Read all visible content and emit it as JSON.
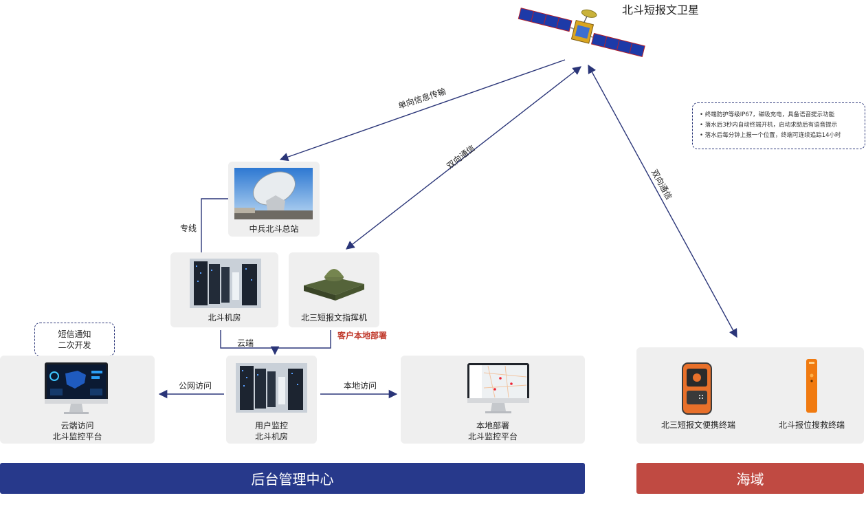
{
  "satellite": {
    "title": "北斗短报文卫星"
  },
  "notes": {
    "items": [
      "终端防护等级IP67，磁吸充电，具备语音提示功能",
      "落水后3秒内自动终端开机，启动求助后有语音提示",
      "落水后每分钟上报一个位置，终端可连续追踪14小时"
    ]
  },
  "links": {
    "one_way": "单向信息传输",
    "two_way_center": "双向通信",
    "two_way_sea": "双向通信",
    "dedicated_line": "专线",
    "cloud": "云端",
    "public_access": "公网访问",
    "local_access": "本地访问"
  },
  "nodes": {
    "ground_station": "中兵北斗总站",
    "beidou_room": "北斗机房",
    "commander": "北三短报文指挥机",
    "customer_deploy": "客户本地部署",
    "user_monitor_1": "用户监控",
    "user_monitor_2": "北斗机房",
    "cloud_platform_1": "云端访问",
    "cloud_platform_2": "北斗监控平台",
    "local_platform_1": "本地部署",
    "local_platform_2": "北斗监控平台",
    "sms_1": "短信通知",
    "sms_2": "二次开发",
    "portable_terminal": "北三短报文便携终端",
    "rescue_terminal": "北斗报位搜救终端"
  },
  "bands": {
    "center": "后台管理中心",
    "sea": "海域"
  },
  "colors": {
    "arrow": "#2a3578",
    "center_band": "#27398b",
    "sea_band": "#c04a42",
    "highlight_text": "#c0392b"
  }
}
